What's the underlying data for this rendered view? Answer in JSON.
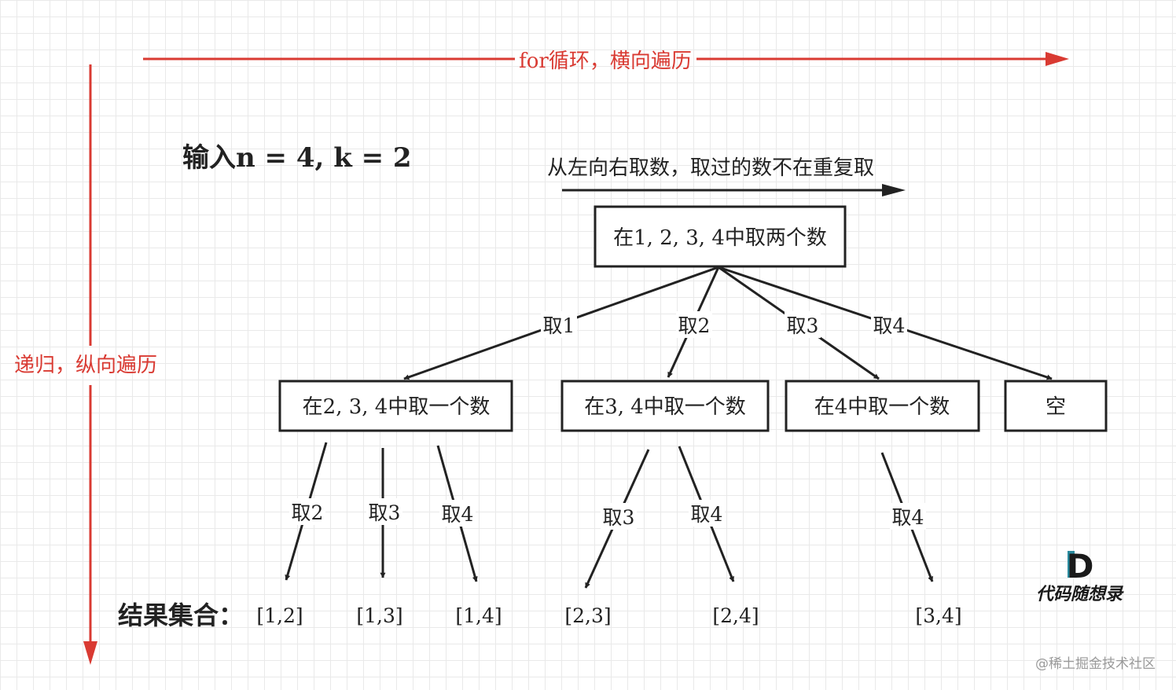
{
  "horizontal_axis_label": "for循环，横向遍历",
  "vertical_axis_label": "递归，纵向遍历",
  "input_label": "输入n = 4, k = 2",
  "direction_note": "从左向右取数，取过的数不在重复取",
  "root": {
    "label": "在1, 2, 3, 4中取两个数"
  },
  "level1": [
    {
      "edge_label": "取1",
      "node_label": "在2, 3, 4中取一个数"
    },
    {
      "edge_label": "取2",
      "node_label": "在3, 4中取一个数"
    },
    {
      "edge_label": "取3",
      "node_label": "在4中取一个数"
    },
    {
      "edge_label": "取4",
      "node_label": "空"
    }
  ],
  "level2": [
    {
      "edge_label": "取2",
      "result": "[1,2]"
    },
    {
      "edge_label": "取3",
      "result": "[1,3]"
    },
    {
      "edge_label": "取4",
      "result": "[1,4]"
    },
    {
      "edge_label": "取3",
      "result": "[2,3]"
    },
    {
      "edge_label": "取4",
      "result": "[2,4]"
    },
    {
      "edge_label": "取4",
      "result": "[3,4]"
    }
  ],
  "result_set_label": "结果集合：",
  "logo": {
    "text": "代码随想录",
    "letter": "D"
  },
  "watermark": "@稀土掘金技术社区",
  "colors": {
    "accent_red": "#d93a32",
    "logo_teal": "#2a8a9e",
    "stroke": "#222222"
  }
}
